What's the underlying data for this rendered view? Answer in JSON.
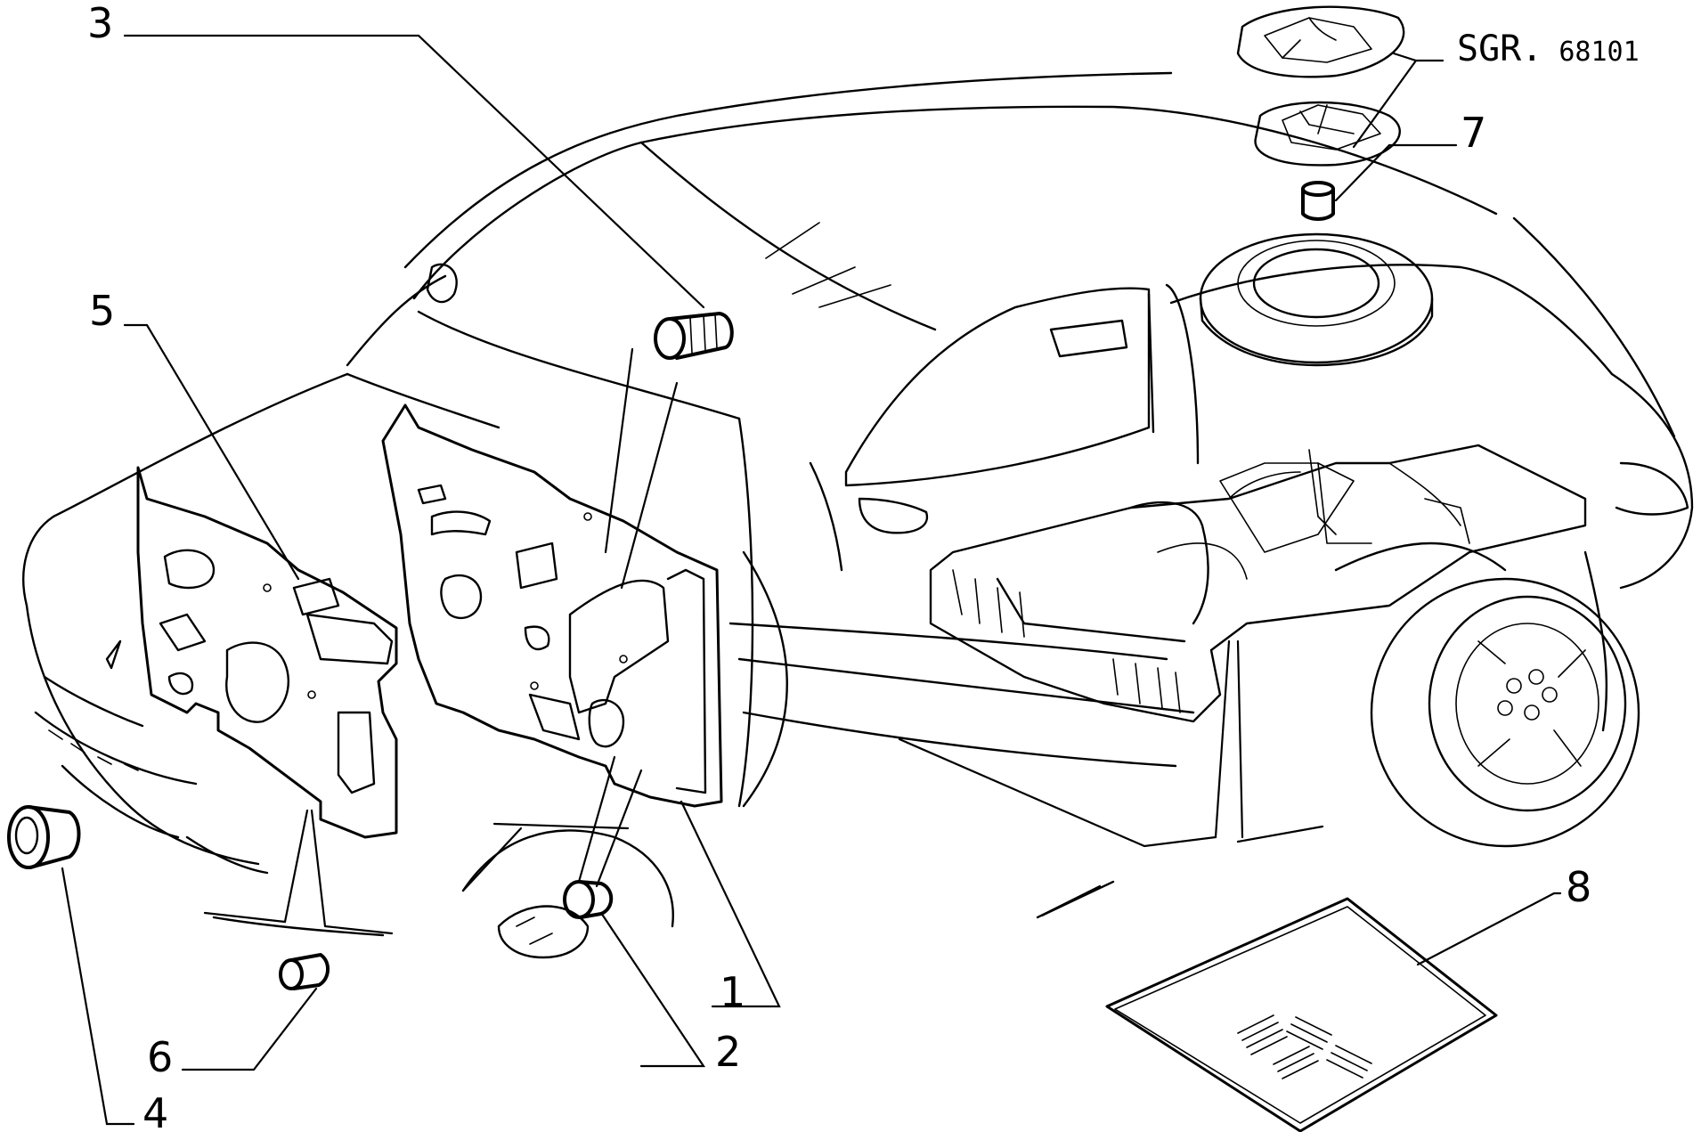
{
  "reference": {
    "prefix": "SGR.",
    "number": "68101"
  },
  "callouts": {
    "c1": "1",
    "c2": "2",
    "c3": "3",
    "c4": "4",
    "c5": "5",
    "c6": "6",
    "c7": "7",
    "c8": "8"
  },
  "colors": {
    "ink": "#000000",
    "paper": "#ffffff"
  }
}
